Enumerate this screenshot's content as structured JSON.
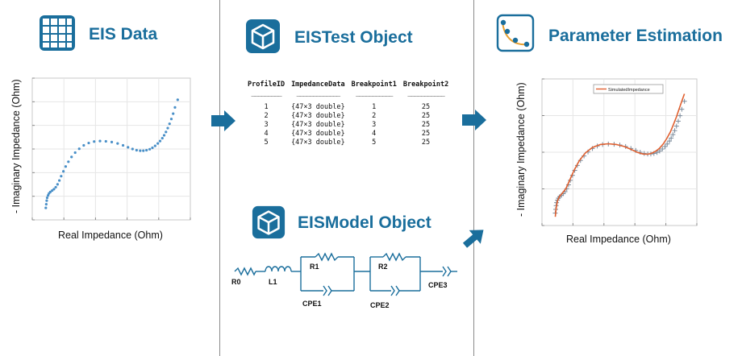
{
  "panels": {
    "eis_data": {
      "title": "EIS Data",
      "icon": "grid-table-icon",
      "xlabel": "Real Impedance (Ohm)",
      "ylabel": "- Imaginary Impedance (Ohm)"
    },
    "eistest": {
      "title": "EISTest Object",
      "icon": "cube-icon",
      "table": {
        "columns": [
          "ProfileID",
          "ImpedanceData",
          "Breakpoint1",
          "Breakpoint2"
        ],
        "separators": [
          "_________",
          "_____________",
          "___________",
          "___________"
        ],
        "rows": [
          [
            "1",
            "{47×3 double}",
            "1",
            "25"
          ],
          [
            "2",
            "{47×3 double}",
            "2",
            "25"
          ],
          [
            "3",
            "{47×3 double}",
            "3",
            "25"
          ],
          [
            "4",
            "{47×3 double}",
            "4",
            "25"
          ],
          [
            "5",
            "{47×3 double}",
            "5",
            "25"
          ]
        ]
      }
    },
    "eismodel": {
      "title": "EISModel Object",
      "icon": "cube-icon",
      "circuit": {
        "labels": [
          "R0",
          "L1",
          "R1",
          "CPE1",
          "R2",
          "CPE2",
          "CPE3"
        ]
      }
    },
    "param": {
      "title": "Parameter Estimation",
      "icon": "curve-fit-icon",
      "xlabel": "Real Impedance (Ohm)",
      "ylabel": "- Imaginary Impedance (Ohm)",
      "legend": "SimulatedImpedance"
    }
  },
  "colors": {
    "title": "#1a6e9c",
    "arrow": "#1a6e9c",
    "scatter": "#4a90c8",
    "fit": "#e06030",
    "circuit": "#1a6e9c"
  },
  "chart_data": [
    {
      "type": "scatter",
      "title": "",
      "xlabel": "Real Impedance (Ohm)",
      "ylabel": "- Imaginary Impedance (Ohm)",
      "grid": true,
      "series": [
        {
          "x": [
            0.3,
            0.31,
            0.32,
            0.33,
            0.35,
            0.37,
            0.4,
            0.44,
            0.48,
            0.52,
            0.56,
            0.6,
            0.64,
            0.69,
            0.74,
            0.8,
            0.87,
            0.95,
            1.04,
            1.14,
            1.25,
            1.37,
            1.5,
            1.63,
            1.76,
            1.89,
            2.01,
            2.12,
            2.22,
            2.31,
            2.39,
            2.46,
            2.53,
            2.6,
            2.66,
            2.72,
            2.78,
            2.83,
            2.88,
            2.92,
            2.96,
            3.0,
            3.04,
            3.08,
            3.12,
            3.16,
            3.22
          ],
          "y": [
            0.2,
            0.35,
            0.5,
            0.62,
            0.72,
            0.8,
            0.86,
            0.92,
            0.98,
            1.06,
            1.18,
            1.34,
            1.52,
            1.72,
            1.92,
            2.12,
            2.32,
            2.5,
            2.66,
            2.8,
            2.9,
            2.96,
            2.98,
            2.97,
            2.94,
            2.88,
            2.8,
            2.72,
            2.65,
            2.6,
            2.58,
            2.58,
            2.6,
            2.64,
            2.7,
            2.78,
            2.88,
            2.98,
            3.1,
            3.22,
            3.36,
            3.52,
            3.7,
            3.9,
            4.12,
            4.38,
            4.7
          ]
        }
      ]
    },
    {
      "type": "line",
      "title": "",
      "xlabel": "Real Impedance (Ohm)",
      "ylabel": "- Imaginary Impedance (Ohm)",
      "grid": true,
      "legend": "top-right",
      "series": [
        {
          "name": "SimulatedImpedance",
          "x": [
            0.3,
            0.32,
            0.35,
            0.4,
            0.46,
            0.54,
            0.62,
            0.72,
            0.84,
            0.98,
            1.14,
            1.32,
            1.5,
            1.68,
            1.86,
            2.02,
            2.16,
            2.28,
            2.38,
            2.47,
            2.56,
            2.65,
            2.74,
            2.82,
            2.9,
            2.97,
            3.04,
            3.1,
            3.16,
            3.22
          ],
          "y": [
            0.05,
            0.4,
            0.7,
            0.88,
            1.0,
            1.18,
            1.5,
            1.9,
            2.3,
            2.62,
            2.84,
            2.96,
            2.99,
            2.96,
            2.88,
            2.76,
            2.64,
            2.58,
            2.57,
            2.6,
            2.68,
            2.8,
            2.98,
            3.2,
            3.46,
            3.76,
            4.08,
            4.4,
            4.7,
            5.0
          ]
        }
      ]
    }
  ]
}
